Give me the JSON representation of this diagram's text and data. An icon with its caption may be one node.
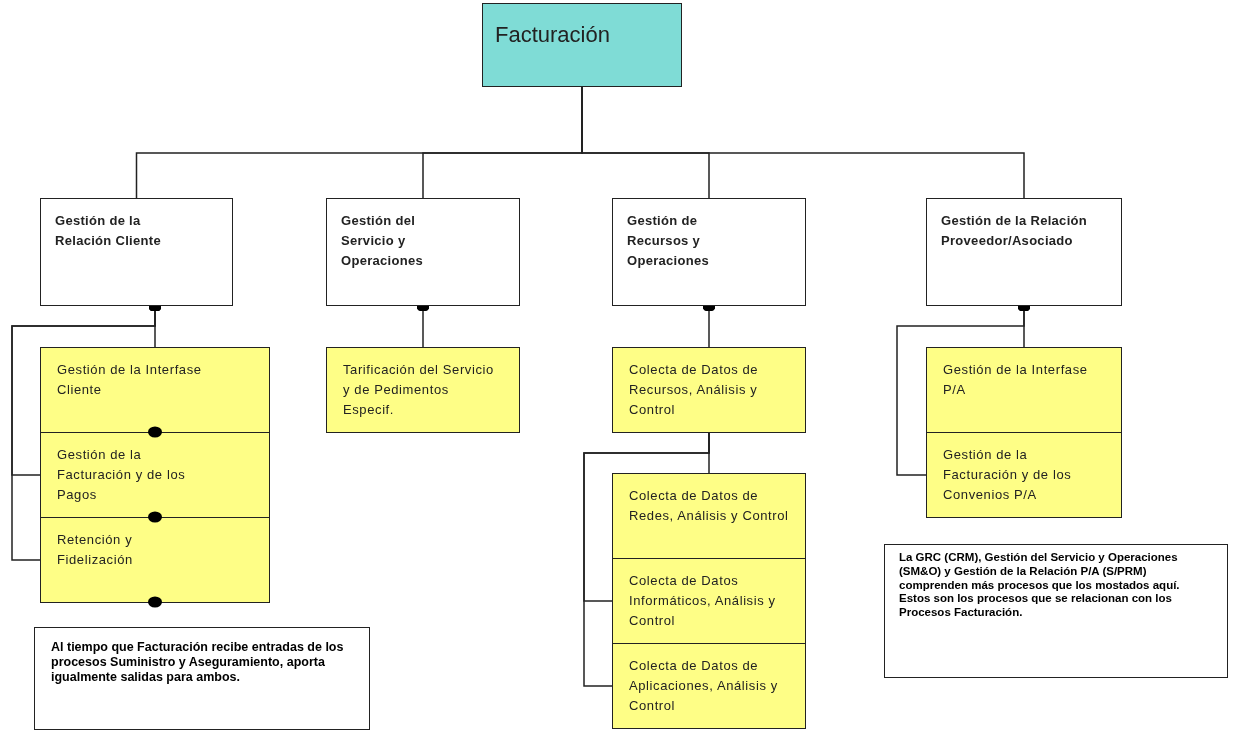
{
  "diagram": {
    "nodes": [
      {
        "text": [
          "Facturación"
        ]
      },
      {
        "text": [
          "Gestión de la Relación Cliente"
        ]
      },
      {
        "text": [
          "Gestión del Servicio y Operaciones"
        ]
      },
      {
        "text": [
          "Gestión de Recursos y Operaciones"
        ]
      },
      {
        "text": [
          "Gestión de la Relación Proveedor/Asociado"
        ]
      },
      {
        "text": [
          "Gestión de la Interfase Cliente"
        ]
      },
      {
        "text": [
          "Gestión de la Facturación y de los Pagos"
        ]
      },
      {
        "text": [
          "Retención y Fidelización"
        ]
      },
      {
        "text": [
          "Tarificación del Servicio y de Pedimentos Especif."
        ]
      },
      {
        "text": [
          "Colecta de Datos de Recursos, Análisis y Control"
        ]
      },
      {
        "text": [
          "Colecta de Datos de Redes, Análisis y Control"
        ]
      },
      {
        "text": [
          "Colecta de Datos Informáticos, Análisis y Control"
        ]
      },
      {
        "text": [
          "Colecta de Datos de Aplicaciones, Análisis y Control"
        ]
      },
      {
        "text": [
          "Gestión de la Interfase P/A"
        ]
      },
      {
        "text": [
          "Gestión de la Facturación y de los Convenios P/A"
        ]
      },
      {
        "text": [
          "Al tiempo que Facturación recibe entradas de los procesos Suministro y Aseguramiento, aporta igualmente salidas para ambos."
        ]
      },
      {
        "text": [
          "La GRC (CRM), Gestión del Servicio y Operaciones (SM&O) y Gestión de la Relación P/A (S/PRM) comprenden más procesos que los mostados aquí. Estos son los procesos que se relacionan con los Procesos Facturación."
        ]
      }
    ],
    "edges": [
      {
        "from": 0,
        "to": 1,
        "arrow": "none"
      },
      {
        "from": 0,
        "to": 2,
        "arrow": "none"
      },
      {
        "from": 0,
        "to": 3,
        "arrow": "none"
      },
      {
        "from": 0,
        "to": 4,
        "arrow": "none"
      },
      {
        "from": 1,
        "to": 5,
        "arrow": "other"
      },
      {
        "from": 1,
        "to": 6,
        "arrow": "other"
      },
      {
        "from": 1,
        "to": 7,
        "arrow": "other"
      },
      {
        "from": 2,
        "to": 8,
        "arrow": "other"
      },
      {
        "from": 3,
        "to": 9,
        "arrow": "other"
      },
      {
        "from": 9,
        "to": 10,
        "arrow": "none"
      },
      {
        "from": 9,
        "to": 11,
        "arrow": "none"
      },
      {
        "from": 9,
        "to": 12,
        "arrow": "none"
      },
      {
        "from": 4,
        "to": 13,
        "arrow": "other"
      },
      {
        "from": 4,
        "to": 14,
        "arrow": "other"
      }
    ]
  }
}
